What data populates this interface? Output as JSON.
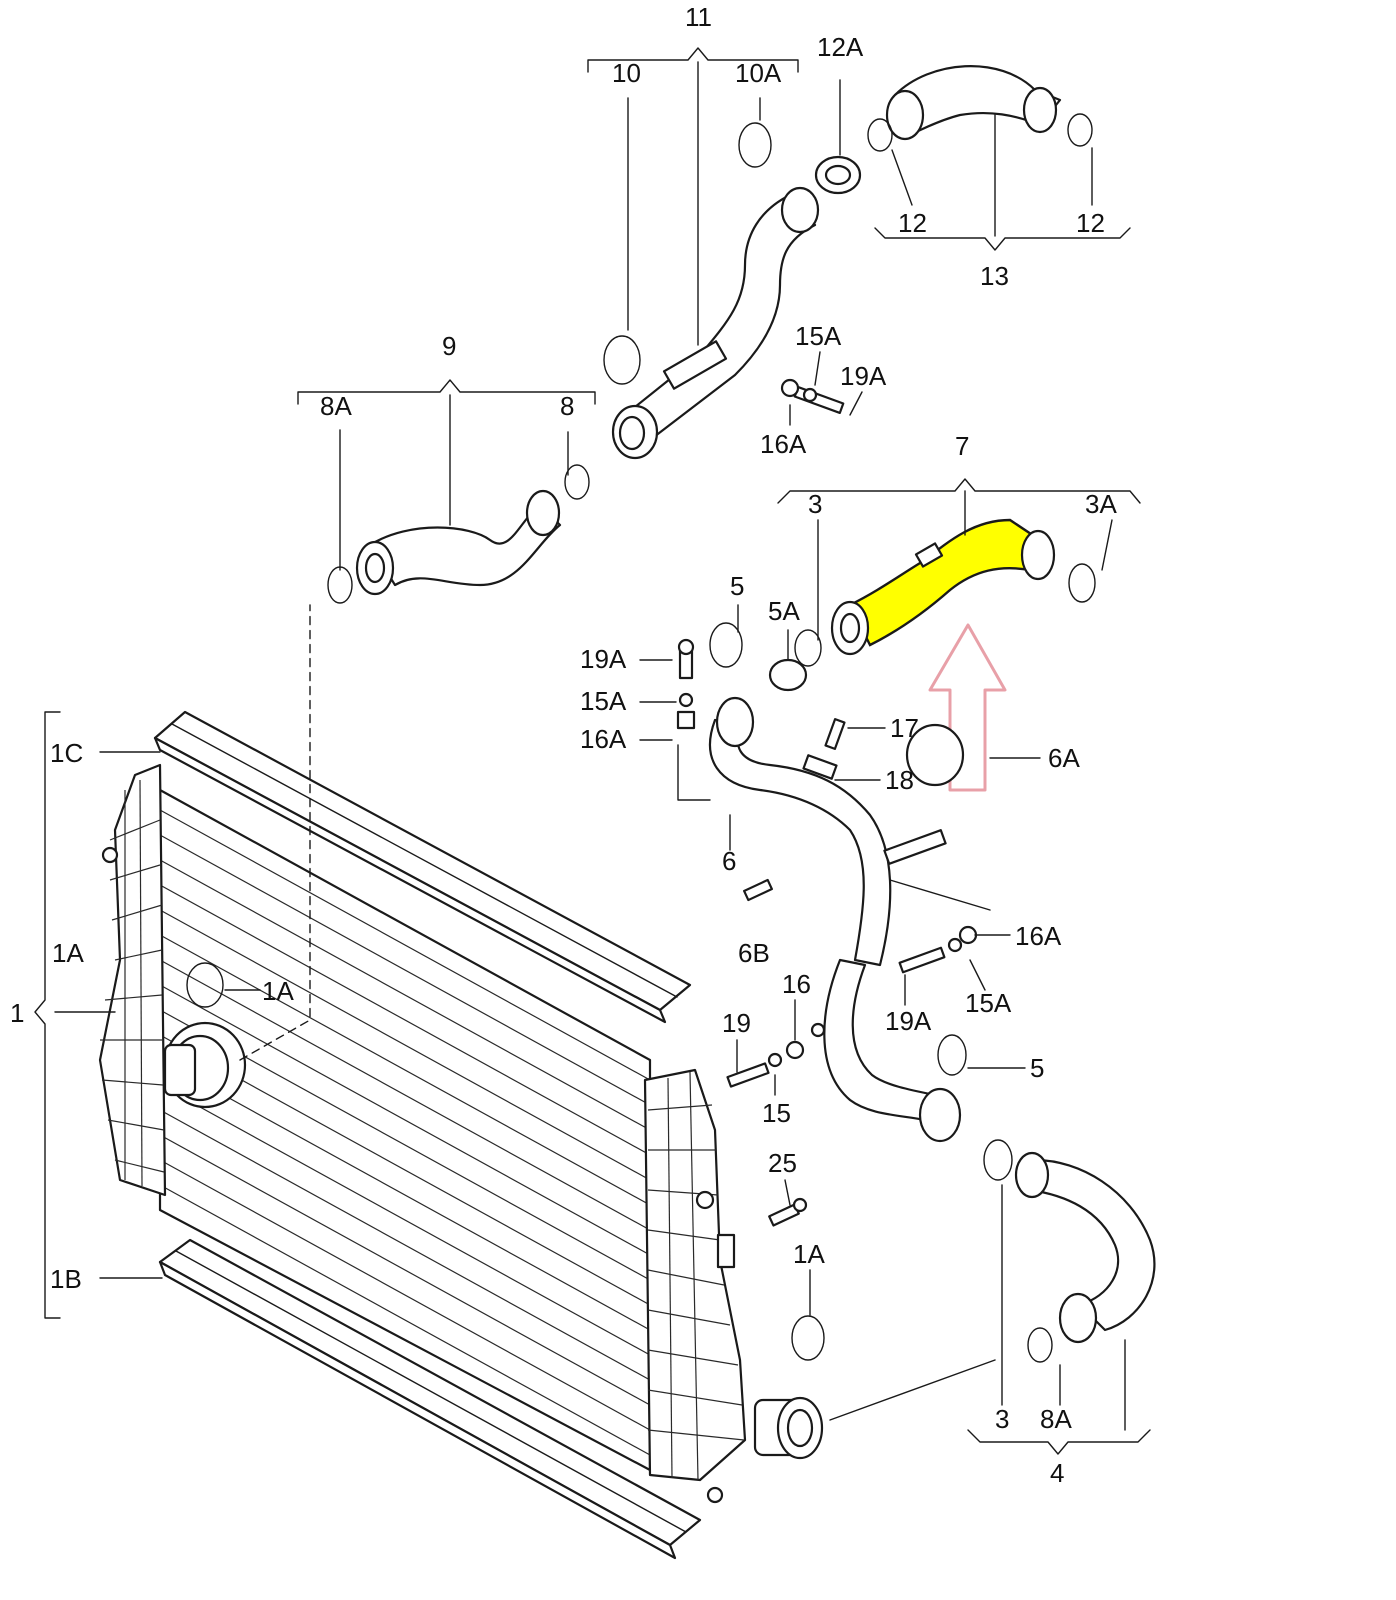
{
  "labels": {
    "l1": "1",
    "l1A_left": "1A",
    "l1A_circle": "1A",
    "l1A_bottom": "1A",
    "l1B": "1B",
    "l1C": "1C",
    "l3_top": "3",
    "l3A": "3A",
    "l3_bottom": "3",
    "l4": "4",
    "l5_top": "5",
    "l5A": "5A",
    "l5_right": "5",
    "l6": "6",
    "l6A": "6A",
    "l6B": "6B",
    "l7": "7",
    "l8": "8",
    "l8A_top": "8A",
    "l8A_bottom": "8A",
    "l9": "9",
    "l10": "10",
    "l10A": "10A",
    "l11": "11",
    "l12_left": "12",
    "l12_right": "12",
    "l12A": "12A",
    "l13": "13",
    "l15": "15",
    "l15A_top": "15A",
    "l15A_left": "15A",
    "l15A_right": "15A",
    "l16": "16",
    "l16A_top": "16A",
    "l16A_left": "16A",
    "l16A_right": "16A",
    "l17": "17",
    "l18": "18",
    "l19": "19",
    "l19A_top": "19A",
    "l19A_left": "19A",
    "l19A_right": "19A",
    "l25": "25"
  },
  "colors": {
    "highlight": "#ffff00",
    "arrow": "#e8a0a8",
    "line": "#1a1a1a"
  }
}
